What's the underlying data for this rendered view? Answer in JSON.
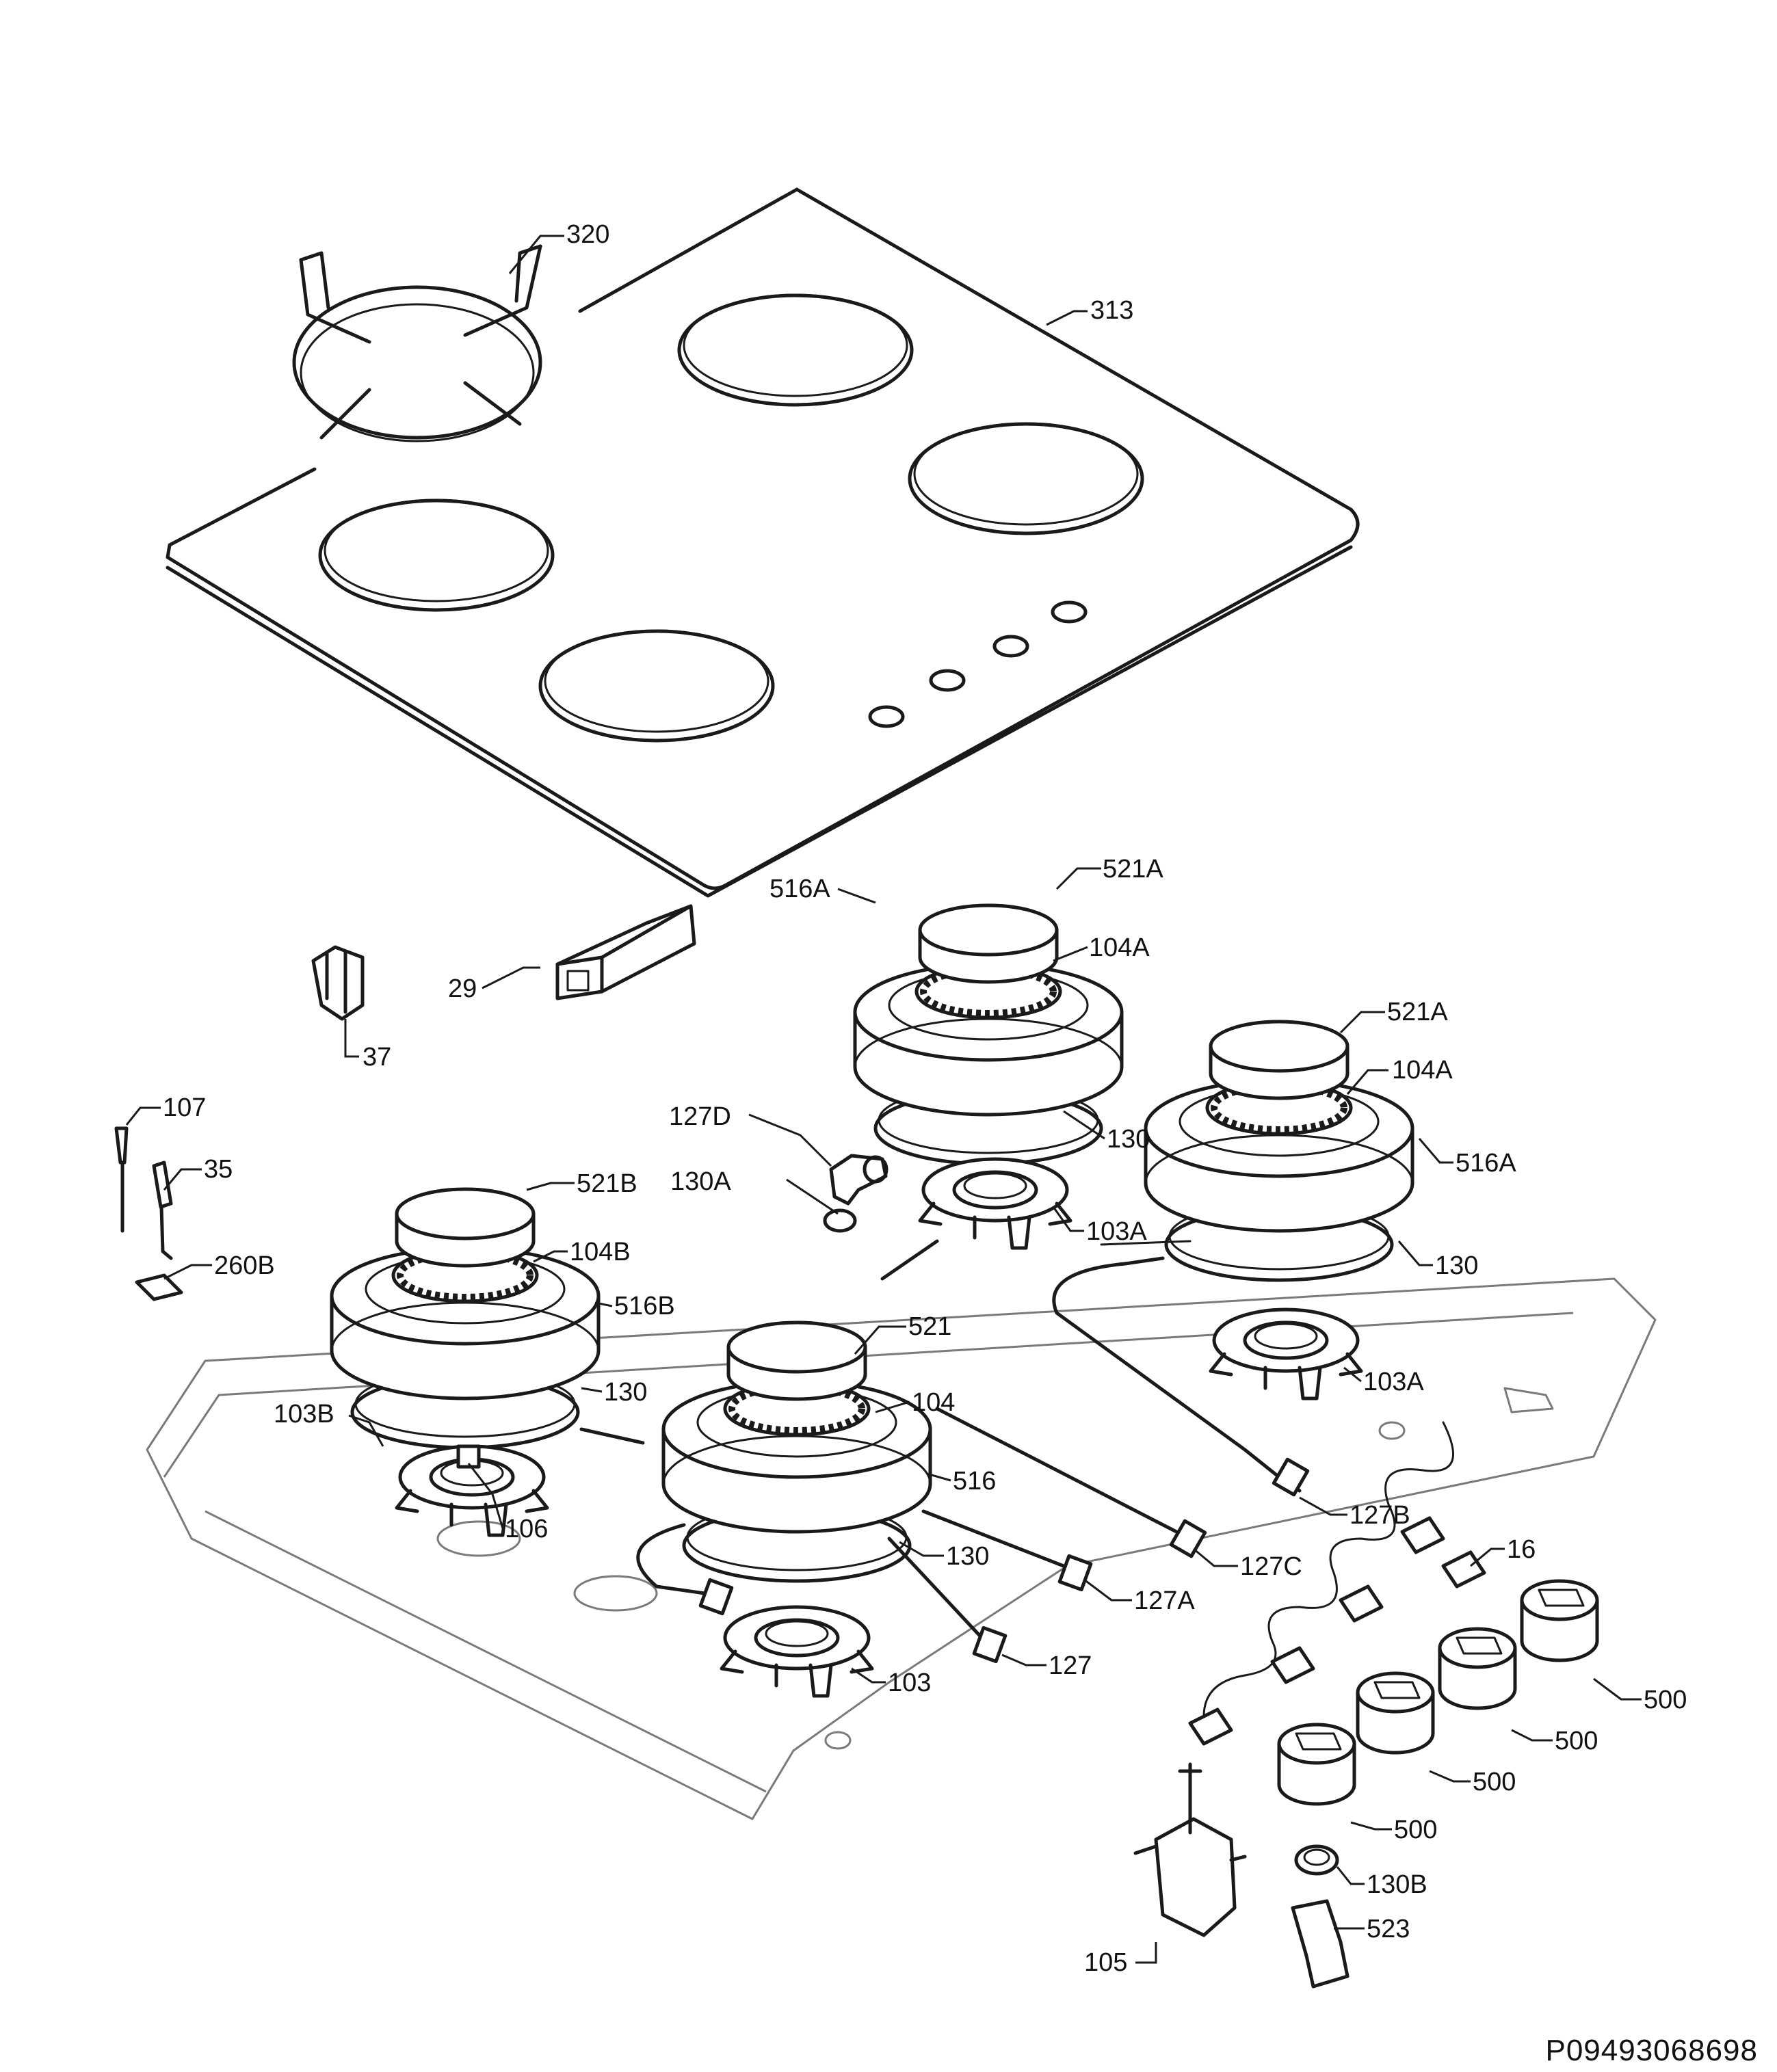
{
  "document_code": "P09493068698",
  "callouts": [
    {
      "key": "c320",
      "text": "320"
    },
    {
      "key": "c313",
      "text": "313"
    },
    {
      "key": "c521a_1",
      "text": "521A"
    },
    {
      "key": "c516a_1",
      "text": "516A"
    },
    {
      "key": "c104a_1",
      "text": "104A"
    },
    {
      "key": "c29",
      "text": "29"
    },
    {
      "key": "c37",
      "text": "37"
    },
    {
      "key": "c521a_2",
      "text": "521A"
    },
    {
      "key": "c104a_2",
      "text": "104A"
    },
    {
      "key": "c107",
      "text": "107"
    },
    {
      "key": "c127d",
      "text": "127D"
    },
    {
      "key": "c130_1",
      "text": "130"
    },
    {
      "key": "c35",
      "text": "35"
    },
    {
      "key": "c130a",
      "text": "130A"
    },
    {
      "key": "c516a_2",
      "text": "516A"
    },
    {
      "key": "c521b",
      "text": "521B"
    },
    {
      "key": "c103a_1",
      "text": "103A"
    },
    {
      "key": "c104b",
      "text": "104B"
    },
    {
      "key": "c260b",
      "text": "260B"
    },
    {
      "key": "c130_2",
      "text": "130"
    },
    {
      "key": "c516b",
      "text": "516B"
    },
    {
      "key": "c521",
      "text": "521"
    },
    {
      "key": "c130_3",
      "text": "130"
    },
    {
      "key": "c103a_2",
      "text": "103A"
    },
    {
      "key": "c103b",
      "text": "103B"
    },
    {
      "key": "c104",
      "text": "104"
    },
    {
      "key": "c516",
      "text": "516"
    },
    {
      "key": "c106",
      "text": "106"
    },
    {
      "key": "c127b",
      "text": "127B"
    },
    {
      "key": "c127c",
      "text": "127C"
    },
    {
      "key": "c16",
      "text": "16"
    },
    {
      "key": "c130_4",
      "text": "130"
    },
    {
      "key": "c127a",
      "text": "127A"
    },
    {
      "key": "c127",
      "text": "127"
    },
    {
      "key": "c500_1",
      "text": "500"
    },
    {
      "key": "c103",
      "text": "103"
    },
    {
      "key": "c500_2",
      "text": "500"
    },
    {
      "key": "c500_3",
      "text": "500"
    },
    {
      "key": "c500_4",
      "text": "500"
    },
    {
      "key": "c130b",
      "text": "130B"
    },
    {
      "key": "c523",
      "text": "523"
    },
    {
      "key": "c105",
      "text": "105"
    }
  ]
}
